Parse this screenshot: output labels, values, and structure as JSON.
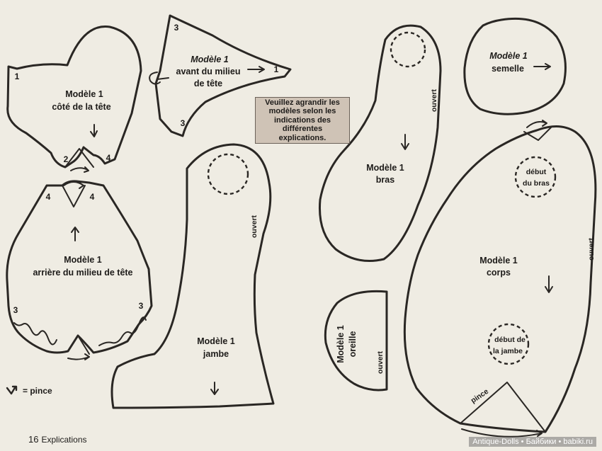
{
  "pieces": {
    "cote_tete": {
      "title": "Modèle 1",
      "subtitle": "côté de la tête",
      "marks": [
        "1",
        "2",
        "4"
      ]
    },
    "avant_tete": {
      "title": "Modèle 1",
      "line2": "avant du milieu",
      "line3": "de tête",
      "marks": [
        "3",
        "1",
        "3"
      ]
    },
    "arriere_tete": {
      "title": "Modèle 1",
      "subtitle": "arrière du milieu de tête",
      "marks": [
        "4",
        "4",
        "3",
        "3"
      ]
    },
    "jambe": {
      "title": "Modèle 1",
      "subtitle": "jambe",
      "open": "ouvert"
    },
    "bras": {
      "title": "Modèle 1",
      "subtitle": "bras",
      "open": "ouvert"
    },
    "semelle": {
      "title": "Modèle 1",
      "subtitle": "semelle"
    },
    "corps": {
      "title": "Modèle 1",
      "subtitle": "corps",
      "open": "ouvert",
      "arm_start_1": "début",
      "arm_start_2": "du bras",
      "leg_start_1": "début de",
      "leg_start_2": "la jambe",
      "dart": "pince"
    },
    "oreille": {
      "title": "Modèle 1",
      "subtitle": "oreille",
      "open": "ouvert"
    }
  },
  "note": "Veuillez agrandir les modèles selon les indications des différentes explications.",
  "legend": {
    "label": "= pince",
    "icon": "pince-icon"
  },
  "footer": {
    "page": "16",
    "section": "Explications"
  },
  "watermark": "Antique-Dolls • Байбики • babiki.ru"
}
